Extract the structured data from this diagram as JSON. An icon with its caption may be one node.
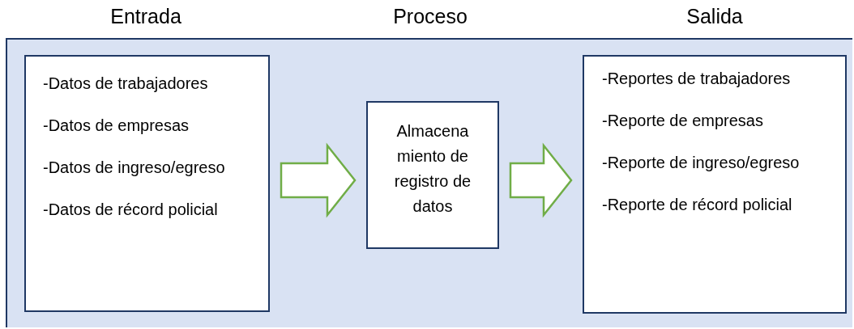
{
  "diagram": {
    "nodes": [
      {
        "text": [
          "-Datos de trabajadores",
          "-Datos de empresas",
          "-Datos de ingreso/egreso",
          "-Datos de récord policial"
        ]
      },
      {
        "text": [
          "Almacena miento de registro de datos"
        ]
      },
      {
        "text": [
          "-Reportes de trabajadores",
          "-Reporte de empresas",
          "-Reporte de ingreso/egreso",
          "-Reporte de récord policial"
        ]
      }
    ],
    "edges": [
      {
        "from": 0,
        "to": 1,
        "arrow": "to",
        "color": "#70ad47"
      },
      {
        "from": 1,
        "to": 2,
        "arrow": "to",
        "color": "#70ad47"
      }
    ],
    "labels": [
      "Entrada",
      "Proceso",
      "Salida"
    ]
  }
}
